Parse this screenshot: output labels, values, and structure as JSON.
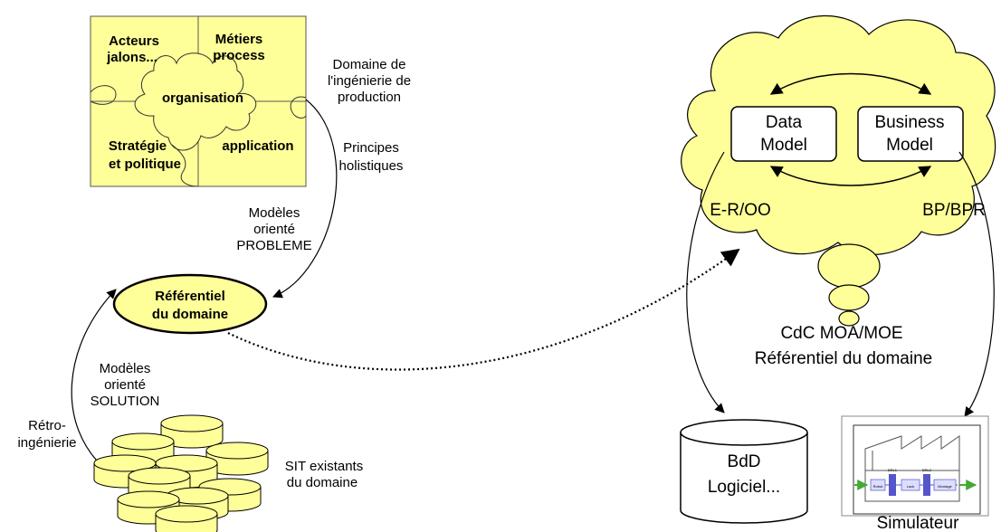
{
  "puzzle": {
    "top_left": [
      "Acteurs",
      "jalons..."
    ],
    "top_right": [
      "Métiers",
      "process"
    ],
    "center": "organisation",
    "bottom_left": [
      "Stratégie",
      "et politique"
    ],
    "bottom_right": "application"
  },
  "labels": {
    "domaine": [
      "Domaine de",
      "l'ingénierie de",
      "production"
    ],
    "principes": [
      "Principes",
      "holistiques"
    ],
    "modeles_probleme": [
      "Modèles",
      "orienté",
      "PROBLEME"
    ],
    "referentiel": [
      "Référentiel",
      "du domaine"
    ],
    "modeles_solution": [
      "Modèles",
      "orienté",
      "SOLUTION"
    ],
    "retro": [
      "Rétro-",
      "ingénierie"
    ],
    "sit": [
      "SIT existants",
      "du domaine"
    ]
  },
  "cloud": {
    "data_model": [
      "Data",
      "Model"
    ],
    "business_model": [
      "Business",
      "Model"
    ],
    "er_oo": "E-R/OO",
    "bp_bpr": "BP/BPR",
    "cdc": [
      "CdC MOA/MOE",
      "Référentiel du domaine"
    ]
  },
  "outputs": {
    "bdd": [
      "BdD",
      "Logiciel..."
    ],
    "simulateur": "Simulateur",
    "sim_boxes": [
      "Robot",
      "BRL1",
      "Lack",
      "BRL2",
      "Montage"
    ]
  },
  "colors": {
    "puzzle_fill": "#ffff99",
    "cloud_fill": "#ffff99",
    "cylinder_fill": "#ffff99",
    "ellipse_fill": "#ffff99",
    "arrow_green": "#44aa33",
    "sim_blue": "#5555cc"
  }
}
